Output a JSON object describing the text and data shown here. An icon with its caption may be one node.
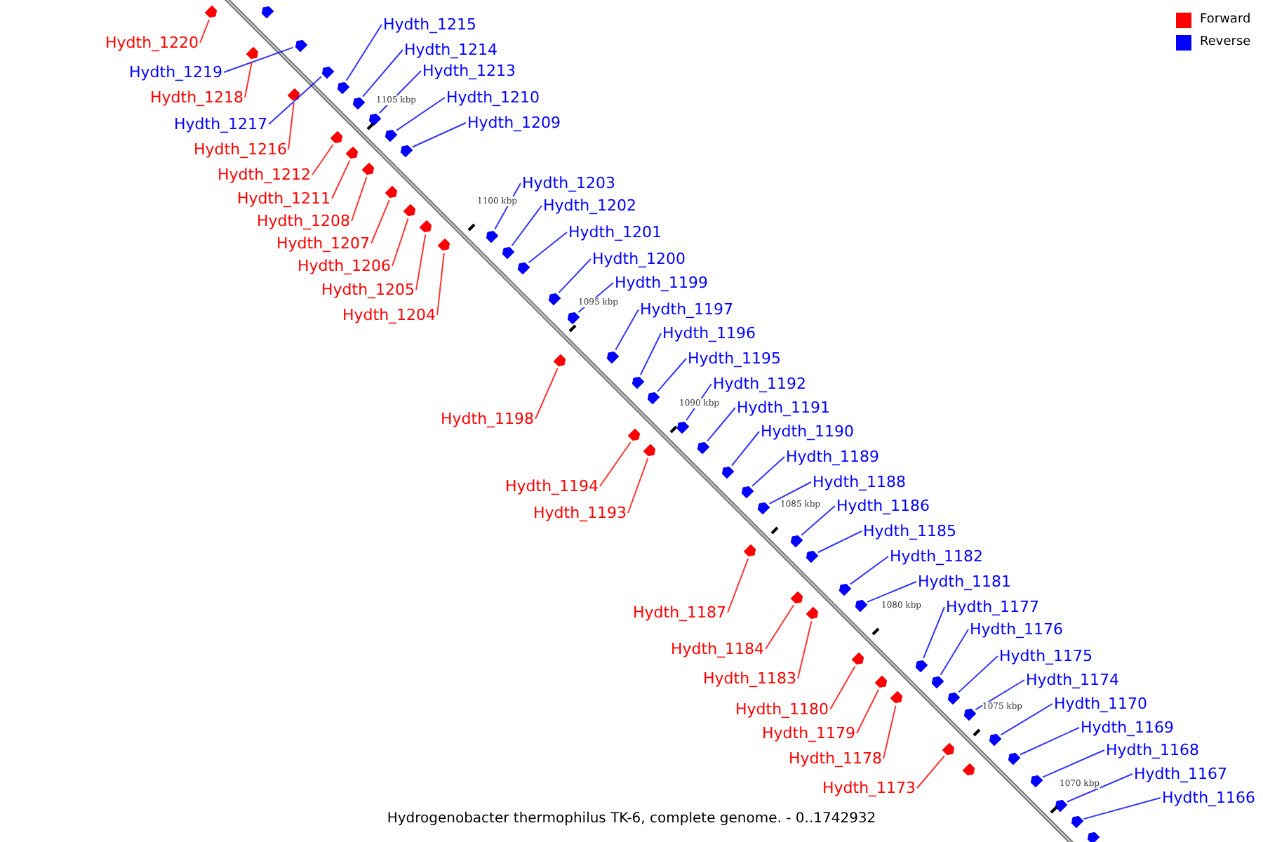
{
  "diagram": {
    "caption": "Hydrogenobacter thermophilus TK-6, complete genome. - 0..1742932",
    "nodes": [
      {
        "text": [
          "Hydth_1220"
        ]
      },
      {
        "text": [],
        "shape": "bar"
      },
      {
        "text": [
          "Hydth_1219"
        ]
      },
      {
        "text": [],
        "shape": "bar"
      },
      {
        "text": [
          "Hydth_1218"
        ]
      },
      {
        "text": [],
        "shape": "bar"
      },
      {
        "text": [
          "Hydth_1217"
        ]
      },
      {
        "text": [],
        "shape": "bar"
      },
      {
        "text": [
          "Hydth_1216"
        ]
      },
      {
        "text": [],
        "shape": "bar"
      },
      {
        "text": [
          "Hydth_1215"
        ]
      },
      {
        "text": [],
        "shape": "bar"
      },
      {
        "text": [
          "Hydth_1214"
        ]
      },
      {
        "text": [],
        "shape": "bar"
      },
      {
        "text": [
          "Hydth_1213"
        ]
      },
      {
        "text": [],
        "shape": "bar"
      },
      {
        "text": [
          "Hydth_1210"
        ]
      },
      {
        "text": [],
        "shape": "bar"
      },
      {
        "text": [
          "Hydth_1209"
        ]
      },
      {
        "text": [],
        "shape": "bar"
      },
      {
        "text": [
          "Hydth_1212"
        ]
      },
      {
        "text": [],
        "shape": "bar"
      },
      {
        "text": [
          "Hydth_1211"
        ]
      },
      {
        "text": [],
        "shape": "bar"
      },
      {
        "text": [
          "Hydth_1208"
        ]
      },
      {
        "text": [],
        "shape": "bar"
      },
      {
        "text": [
          "Hydth_1207"
        ]
      },
      {
        "text": [],
        "shape": "bar"
      },
      {
        "text": [
          "Hydth_1206"
        ]
      },
      {
        "text": [],
        "shape": "bar"
      },
      {
        "text": [
          "Hydth_1205"
        ]
      },
      {
        "text": [],
        "shape": "bar"
      },
      {
        "text": [
          "Hydth_1204"
        ]
      },
      {
        "text": [],
        "shape": "bar"
      },
      {
        "text": [
          "Hydth_1203"
        ]
      },
      {
        "text": [],
        "shape": "bar"
      },
      {
        "text": [
          "Hydth_1202"
        ]
      },
      {
        "text": [],
        "shape": "bar"
      },
      {
        "text": [
          "Hydth_1201"
        ]
      },
      {
        "text": [],
        "shape": "bar"
      },
      {
        "text": [
          "Hydth_1200"
        ]
      },
      {
        "text": [],
        "shape": "bar"
      },
      {
        "text": [
          "Hydth_1199"
        ]
      },
      {
        "text": [],
        "shape": "bar"
      },
      {
        "text": [
          "Hydth_1197"
        ]
      },
      {
        "text": [],
        "shape": "bar"
      },
      {
        "text": [
          "Hydth_1196"
        ]
      },
      {
        "text": [],
        "shape": "bar"
      },
      {
        "text": [
          "Hydth_1195"
        ]
      },
      {
        "text": [],
        "shape": "bar"
      },
      {
        "text": [
          "Hydth_1198"
        ]
      },
      {
        "text": [],
        "shape": "bar"
      },
      {
        "text": [
          "Hydth_1192"
        ]
      },
      {
        "text": [],
        "shape": "bar"
      },
      {
        "text": [
          "Hydth_1191"
        ]
      },
      {
        "text": [],
        "shape": "bar"
      },
      {
        "text": [
          "Hydth_1190"
        ]
      },
      {
        "text": [],
        "shape": "bar"
      },
      {
        "text": [
          "Hydth_1189"
        ]
      },
      {
        "text": [],
        "shape": "bar"
      },
      {
        "text": [
          "Hydth_1188"
        ]
      },
      {
        "text": [],
        "shape": "bar"
      },
      {
        "text": [
          "Hydth_1194"
        ]
      },
      {
        "text": [],
        "shape": "bar"
      },
      {
        "text": [
          "Hydth_1193"
        ]
      },
      {
        "text": [],
        "shape": "bar"
      },
      {
        "text": [
          "Hydth_1186"
        ]
      },
      {
        "text": [],
        "shape": "bar"
      },
      {
        "text": [
          "Hydth_1185"
        ]
      },
      {
        "text": [],
        "shape": "bar"
      },
      {
        "text": [
          "Hydth_1182"
        ]
      },
      {
        "text": [],
        "shape": "bar"
      },
      {
        "text": [
          "Hydth_1181"
        ]
      },
      {
        "text": [],
        "shape": "bar"
      },
      {
        "text": [
          "Hydth_1177"
        ]
      },
      {
        "text": [],
        "shape": "bar"
      },
      {
        "text": [
          "Hydth_1187"
        ]
      },
      {
        "text": [],
        "shape": "bar"
      },
      {
        "text": [
          "Hydth_1176"
        ]
      },
      {
        "text": [],
        "shape": "bar"
      },
      {
        "text": [
          "Hydth_1184"
        ]
      },
      {
        "text": [],
        "shape": "bar"
      },
      {
        "text": [
          "Hydth_1175"
        ]
      },
      {
        "text": [],
        "shape": "bar"
      },
      {
        "text": [
          "Hydth_1174"
        ]
      },
      {
        "text": [],
        "shape": "bar"
      },
      {
        "text": [
          "Hydth_1183"
        ]
      },
      {
        "text": [],
        "shape": "bar"
      },
      {
        "text": [
          "Hydth_1170"
        ]
      },
      {
        "text": [],
        "shape": "bar"
      },
      {
        "text": [
          "Hydth_1180"
        ]
      },
      {
        "text": [],
        "shape": "bar"
      },
      {
        "text": [
          "Hydth_1169"
        ]
      },
      {
        "text": [],
        "shape": "bar"
      },
      {
        "text": [
          "Hydth_1179"
        ]
      },
      {
        "text": [],
        "shape": "bar"
      },
      {
        "text": [
          "Hydth_1168"
        ]
      },
      {
        "text": [],
        "shape": "bar"
      },
      {
        "text": [
          "Hydth_1178"
        ]
      },
      {
        "text": [],
        "shape": "bar"
      },
      {
        "text": [
          "Hydth_1167"
        ]
      },
      {
        "text": [],
        "shape": "bar"
      },
      {
        "text": [
          "Hydth_1173"
        ]
      },
      {
        "text": [],
        "shape": "bar"
      },
      {
        "text": [
          "Hydth_1166"
        ]
      },
      {
        "text": [],
        "shape": "bar"
      },
      {
        "text": [],
        "shape": "bar"
      },
      {
        "text": [],
        "shape": "bar"
      },
      {
        "text": [],
        "shape": "bar"
      }
    ],
    "edges": [
      {
        "from": 0,
        "to": 1,
        "arrow": "none",
        "color": "#ff0000"
      },
      {
        "from": 2,
        "to": 3,
        "arrow": "none"
      },
      {
        "from": 4,
        "to": 5,
        "arrow": "none",
        "color": "#ff0000"
      },
      {
        "from": 6,
        "to": 7,
        "arrow": "none"
      },
      {
        "from": 8,
        "to": 9,
        "arrow": "none",
        "color": "#ff0000"
      },
      {
        "from": 10,
        "to": 11,
        "arrow": "none"
      },
      {
        "from": 12,
        "to": 13,
        "arrow": "none"
      },
      {
        "from": 14,
        "to": 15,
        "arrow": "none"
      },
      {
        "from": 16,
        "to": 17,
        "arrow": "none"
      },
      {
        "from": 18,
        "to": 19,
        "arrow": "none"
      },
      {
        "from": 20,
        "to": 21,
        "arrow": "none",
        "color": "#ff0000"
      },
      {
        "from": 22,
        "to": 23,
        "arrow": "none",
        "color": "#ff0000"
      },
      {
        "from": 24,
        "to": 25,
        "arrow": "none",
        "color": "#ff0000"
      },
      {
        "from": 26,
        "to": 27,
        "arrow": "none",
        "color": "#ff0000"
      },
      {
        "from": 28,
        "to": 29,
        "arrow": "none",
        "color": "#ff0000"
      },
      {
        "from": 30,
        "to": 31,
        "arrow": "none",
        "color": "#ff0000"
      },
      {
        "from": 32,
        "to": 33,
        "arrow": "none",
        "color": "#ff0000"
      },
      {
        "from": 34,
        "to": 35,
        "arrow": "none"
      },
      {
        "from": 36,
        "to": 37,
        "arrow": "none"
      },
      {
        "from": 38,
        "to": 39,
        "arrow": "none"
      },
      {
        "from": 40,
        "to": 41,
        "arrow": "none"
      },
      {
        "from": 42,
        "to": 43,
        "arrow": "none"
      },
      {
        "from": 44,
        "to": 45,
        "arrow": "none"
      },
      {
        "from": 46,
        "to": 47,
        "arrow": "none"
      },
      {
        "from": 48,
        "to": 49,
        "arrow": "none"
      },
      {
        "from": 50,
        "to": 51,
        "arrow": "none",
        "color": "#ff0000"
      },
      {
        "from": 52,
        "to": 53,
        "arrow": "none"
      },
      {
        "from": 54,
        "to": 55,
        "arrow": "none"
      },
      {
        "from": 56,
        "to": 57,
        "arrow": "none"
      },
      {
        "from": 58,
        "to": 59,
        "arrow": "none"
      },
      {
        "from": 60,
        "to": 61,
        "arrow": "none"
      },
      {
        "from": 62,
        "to": 63,
        "arrow": "none",
        "color": "#ff0000"
      },
      {
        "from": 64,
        "to": 65,
        "arrow": "none",
        "color": "#ff0000"
      },
      {
        "from": 66,
        "to": 67,
        "arrow": "none"
      },
      {
        "from": 68,
        "to": 69,
        "arrow": "none"
      },
      {
        "from": 70,
        "to": 71,
        "arrow": "none"
      },
      {
        "from": 72,
        "to": 73,
        "arrow": "none"
      },
      {
        "from": 74,
        "to": 75,
        "arrow": "none"
      },
      {
        "from": 76,
        "to": 77,
        "arrow": "none",
        "color": "#ff0000"
      },
      {
        "from": 78,
        "to": 79,
        "arrow": "none"
      },
      {
        "from": 80,
        "to": 81,
        "arrow": "none",
        "color": "#ff0000"
      },
      {
        "from": 82,
        "to": 83,
        "arrow": "none"
      },
      {
        "from": 84,
        "to": 85,
        "arrow": "none"
      },
      {
        "from": 86,
        "to": 87,
        "arrow": "none",
        "color": "#ff0000"
      },
      {
        "from": 88,
        "to": 89,
        "arrow": "none"
      },
      {
        "from": 90,
        "to": 91,
        "arrow": "none",
        "color": "#ff0000"
      },
      {
        "from": 92,
        "to": 93,
        "arrow": "none"
      },
      {
        "from": 94,
        "to": 95,
        "arrow": "none",
        "color": "#ff0000"
      },
      {
        "from": 96,
        "to": 97,
        "arrow": "none"
      },
      {
        "from": 98,
        "to": 99,
        "arrow": "none",
        "color": "#ff0000"
      },
      {
        "from": 100,
        "to": 101,
        "arrow": "none"
      },
      {
        "from": 102,
        "to": 103,
        "arrow": "none",
        "color": "#ff0000"
      },
      {
        "from": 104,
        "to": 105,
        "arrow": "none"
      }
    ],
    "labels": [
      "1105 kbp",
      "1100 kbp",
      "1095 kbp",
      "1090 kbp",
      "1085 kbp",
      "1080 kbp",
      "1075 kbp",
      "1070 kbp"
    ],
    "legend": [
      {
        "text": "Forward",
        "color": "#ff0000"
      },
      {
        "text": "Reverse",
        "color": "#0000ff"
      }
    ]
  }
}
